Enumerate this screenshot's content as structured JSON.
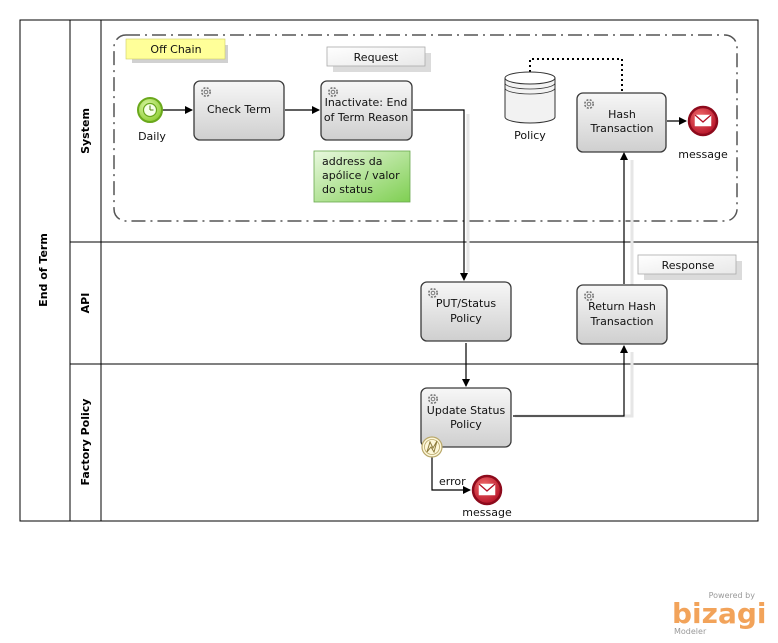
{
  "pool": {
    "name": "End of Term"
  },
  "lanes": [
    {
      "id": "system",
      "name": "System"
    },
    {
      "id": "api",
      "name": "API"
    },
    {
      "id": "factory",
      "name": "Factory Policy"
    }
  ],
  "group": {
    "label": "Off Chain"
  },
  "start_event": {
    "label": "Daily"
  },
  "tasks": {
    "check_term": {
      "label_lines": [
        "Check Term"
      ]
    },
    "inactivate": {
      "label_lines": [
        "Inactivate: End",
        "of Term Reason"
      ]
    },
    "hash": {
      "label_lines": [
        "Hash",
        "Transaction"
      ]
    },
    "put_status": {
      "label_lines": [
        "PUT/Status",
        "Policy"
      ]
    },
    "return_hash": {
      "label_lines": [
        "Return Hash",
        "Transaction"
      ]
    },
    "update_status": {
      "label_lines": [
        "Update Status",
        "Policy"
      ]
    }
  },
  "data_store": {
    "label": "Policy"
  },
  "annotation": {
    "lines": [
      "address da",
      "apólice / valor",
      "do status"
    ]
  },
  "messages": {
    "request": "Request",
    "response": "Response"
  },
  "end_events": {
    "message_top": "message",
    "message_bottom": "message"
  },
  "error_flow": {
    "label": "error"
  },
  "watermark": {
    "powered": "Powered by",
    "brand": "bizagi",
    "product": "Modeler"
  },
  "colors": {
    "start_event": "#8ccc2e",
    "end_event": "#c8102e",
    "annotation_fill": "#8fd16a",
    "group_label_fill": "#ffff99",
    "bizagi_orange": "#f2a35a"
  }
}
